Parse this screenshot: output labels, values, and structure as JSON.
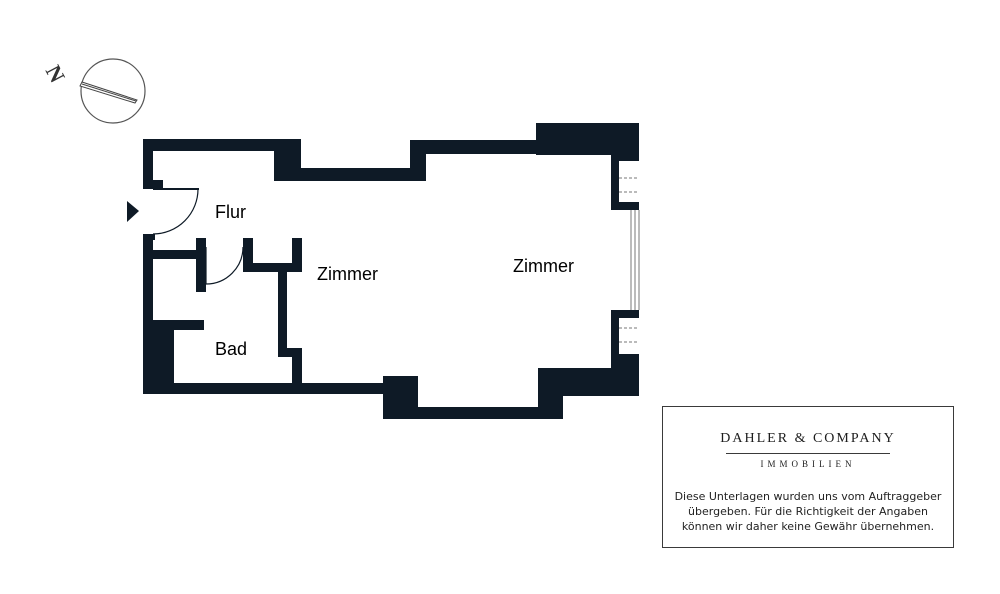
{
  "compass": {
    "north_letter": "N",
    "icon": "north-arrow-icon"
  },
  "rooms": {
    "flur": "Flur",
    "zimmer_small": "Zimmer",
    "zimmer_large": "Zimmer",
    "bad": "Bad"
  },
  "brand": {
    "name": "DAHLER & COMPANY",
    "subtitle": "IMMOBILIEN"
  },
  "disclaimer": {
    "line1": "Diese Unterlagen wurden uns vom Auftraggeber",
    "line2": "übergeben. Für die Richtigkeit der Angaben",
    "line3": "können wir daher keine Gewähr übernehmen."
  },
  "colors": {
    "wall": "#0e1a26",
    "text": "#000000",
    "box_border": "#3a3a3a"
  }
}
